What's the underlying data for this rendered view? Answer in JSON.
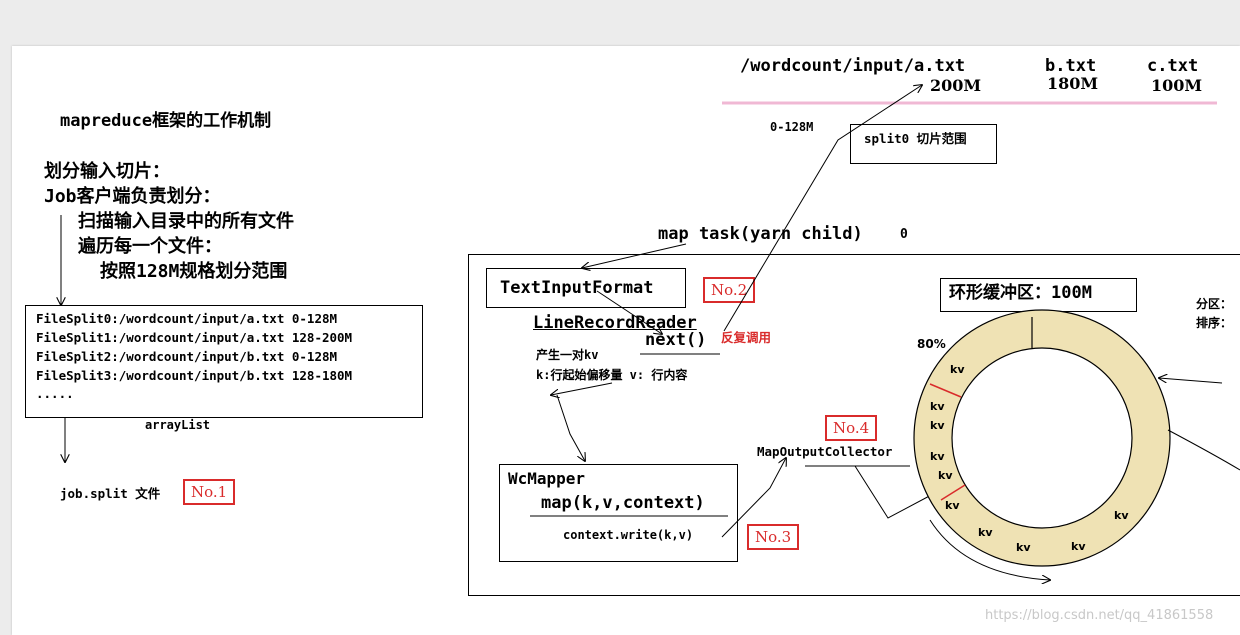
{
  "title": "mapreduce框架的工作机制",
  "left_notes": [
    "划分输入切片：",
    "Job客户端负责划分：",
    "扫描输入目录中的所有文件",
    "遍历每一个文件：",
    "按照128M规格划分范围"
  ],
  "filesplits": [
    "FileSplit0:/wordcount/input/a.txt 0-128M",
    "FileSplit1:/wordcount/input/a.txt 128-200M",
    "FileSplit2:/wordcount/input/b.txt 0-128M",
    "FileSplit3:/wordcount/input/b.txt 128-180M",
    "....."
  ],
  "arraylist": "arrayList",
  "job_split": "job.split 文件",
  "files": {
    "a_path": "/wordcount/input/a.txt",
    "a_size": "200M",
    "b_name": "b.txt",
    "b_size": "180M",
    "c_name": "c.txt",
    "c_size": "100M"
  },
  "range": "0-128M",
  "split0": "split0 切片范围",
  "map_task": "map task(yarn child)",
  "map_task_zero": "0",
  "text_input_format": "TextInputFormat",
  "line_record_reader": "LineRecordReader",
  "next_call": "next()",
  "repeat_call": "反复调用",
  "produce_kv": "产生一对kv",
  "kv_meaning": "k:行起始偏移量 v: 行内容",
  "wc_mapper": "WcMapper",
  "map_signature": "map(k,v,context)",
  "context_write": "context.write(k,v)",
  "map_output_collector": "MapOutputCollector",
  "ring_buffer": "环形缓冲区：100M",
  "percent": "80%",
  "partition": "分区：",
  "sort": "排序：",
  "kv_label": "kv",
  "labels": [
    "No.1",
    "No.2",
    "No.3",
    "No.4"
  ],
  "watermark": "https://blog.csdn.net/qq_41861558",
  "colors": {
    "ring_fill": "#efe2b4",
    "red": "#d92b2b",
    "pink": "#f0b8d4",
    "watermark": "#c8c8c8"
  }
}
